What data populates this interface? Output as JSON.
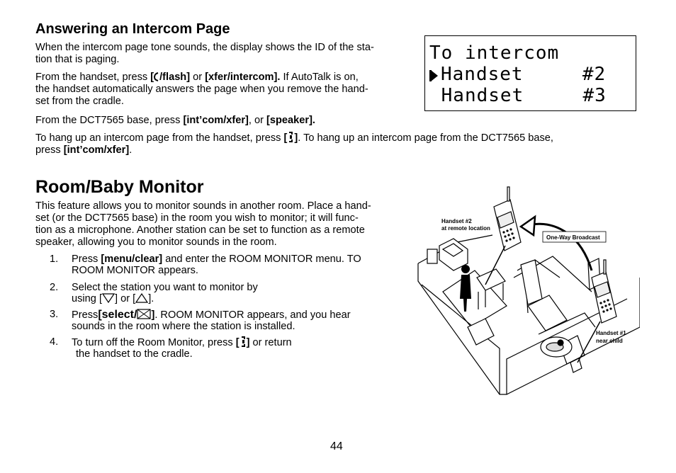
{
  "section": {
    "heading": "Answering an Intercom Page",
    "p1": "When the intercom page tone sounds, the display shows the ID of the sta-",
    "p1b": "tion that is paging.",
    "p2_a": "From the handset, press ",
    "p2_k1": "[",
    "p2_k1b": "/flash]",
    "p2_or": " or ",
    "p2_k2": "[xfer/intercom].",
    "p2_b": " If AutoTalk is on,",
    "p2_line2": "the handset automatically answers the page when you remove the hand-",
    "p2_line3": "set from the cradle.",
    "p3_a": "From the DCT7565 base, press ",
    "p3_k1": "[int’com/xfer]",
    "p3_or": ", or ",
    "p3_k2": "[speaker].",
    "p4_a": "To hang up an intercom page from the handset, press ",
    "p4_k1a": "[",
    "p4_k1b": "]",
    "p4_b": ". To hang up an intercom page from the DCT7565 base,",
    "p4_line2a": "press ",
    "p4_line2k": "[int’com/xfer]",
    "p4_line2b": "."
  },
  "lcd": {
    "line1": "To intercom",
    "line2": "Handset     #2",
    "line3": " Handset     #3"
  },
  "monitor": {
    "title": "Room/Baby Monitor",
    "intro1": "This feature allows you to monitor sounds in another room. Place a hand-",
    "intro2": "set (or the DCT7565 base) in the room you wish to monitor; it will func-",
    "intro3": "tion as a microphone. Another station can be set to function as a remote",
    "intro4": "speaker, allowing you to monitor sounds in the room.",
    "steps": [
      {
        "num": "1.",
        "a": "Press ",
        "k": "[menu/clear]",
        "b": " and enter the ROOM MONITOR menu. TO",
        "c": "ROOM MONITOR appears."
      },
      {
        "num": "2.",
        "a": "Select the station you want to monitor by",
        "b": "using [",
        "c": "] or [",
        "d": "]."
      },
      {
        "num": "3.",
        "a": "Press",
        "k": "[select/",
        "k2": "]",
        "b": ". ROOM MONITOR appears, and you hear",
        "c": "sounds in the room where the station is installed."
      },
      {
        "num": "4.",
        "a": "To turn off the Room Monitor, press ",
        "k1": "[",
        "k2": "]",
        "b": " or return",
        "c": "the handset to the cradle."
      }
    ]
  },
  "illustration": {
    "label_handset2_a": "Handset #2",
    "label_handset2_b": "at remote location",
    "label_broadcast": "One-Way Broadcast",
    "label_handset1_a": "Handset #1",
    "label_handset1_b": "near child"
  },
  "page_number": "44"
}
